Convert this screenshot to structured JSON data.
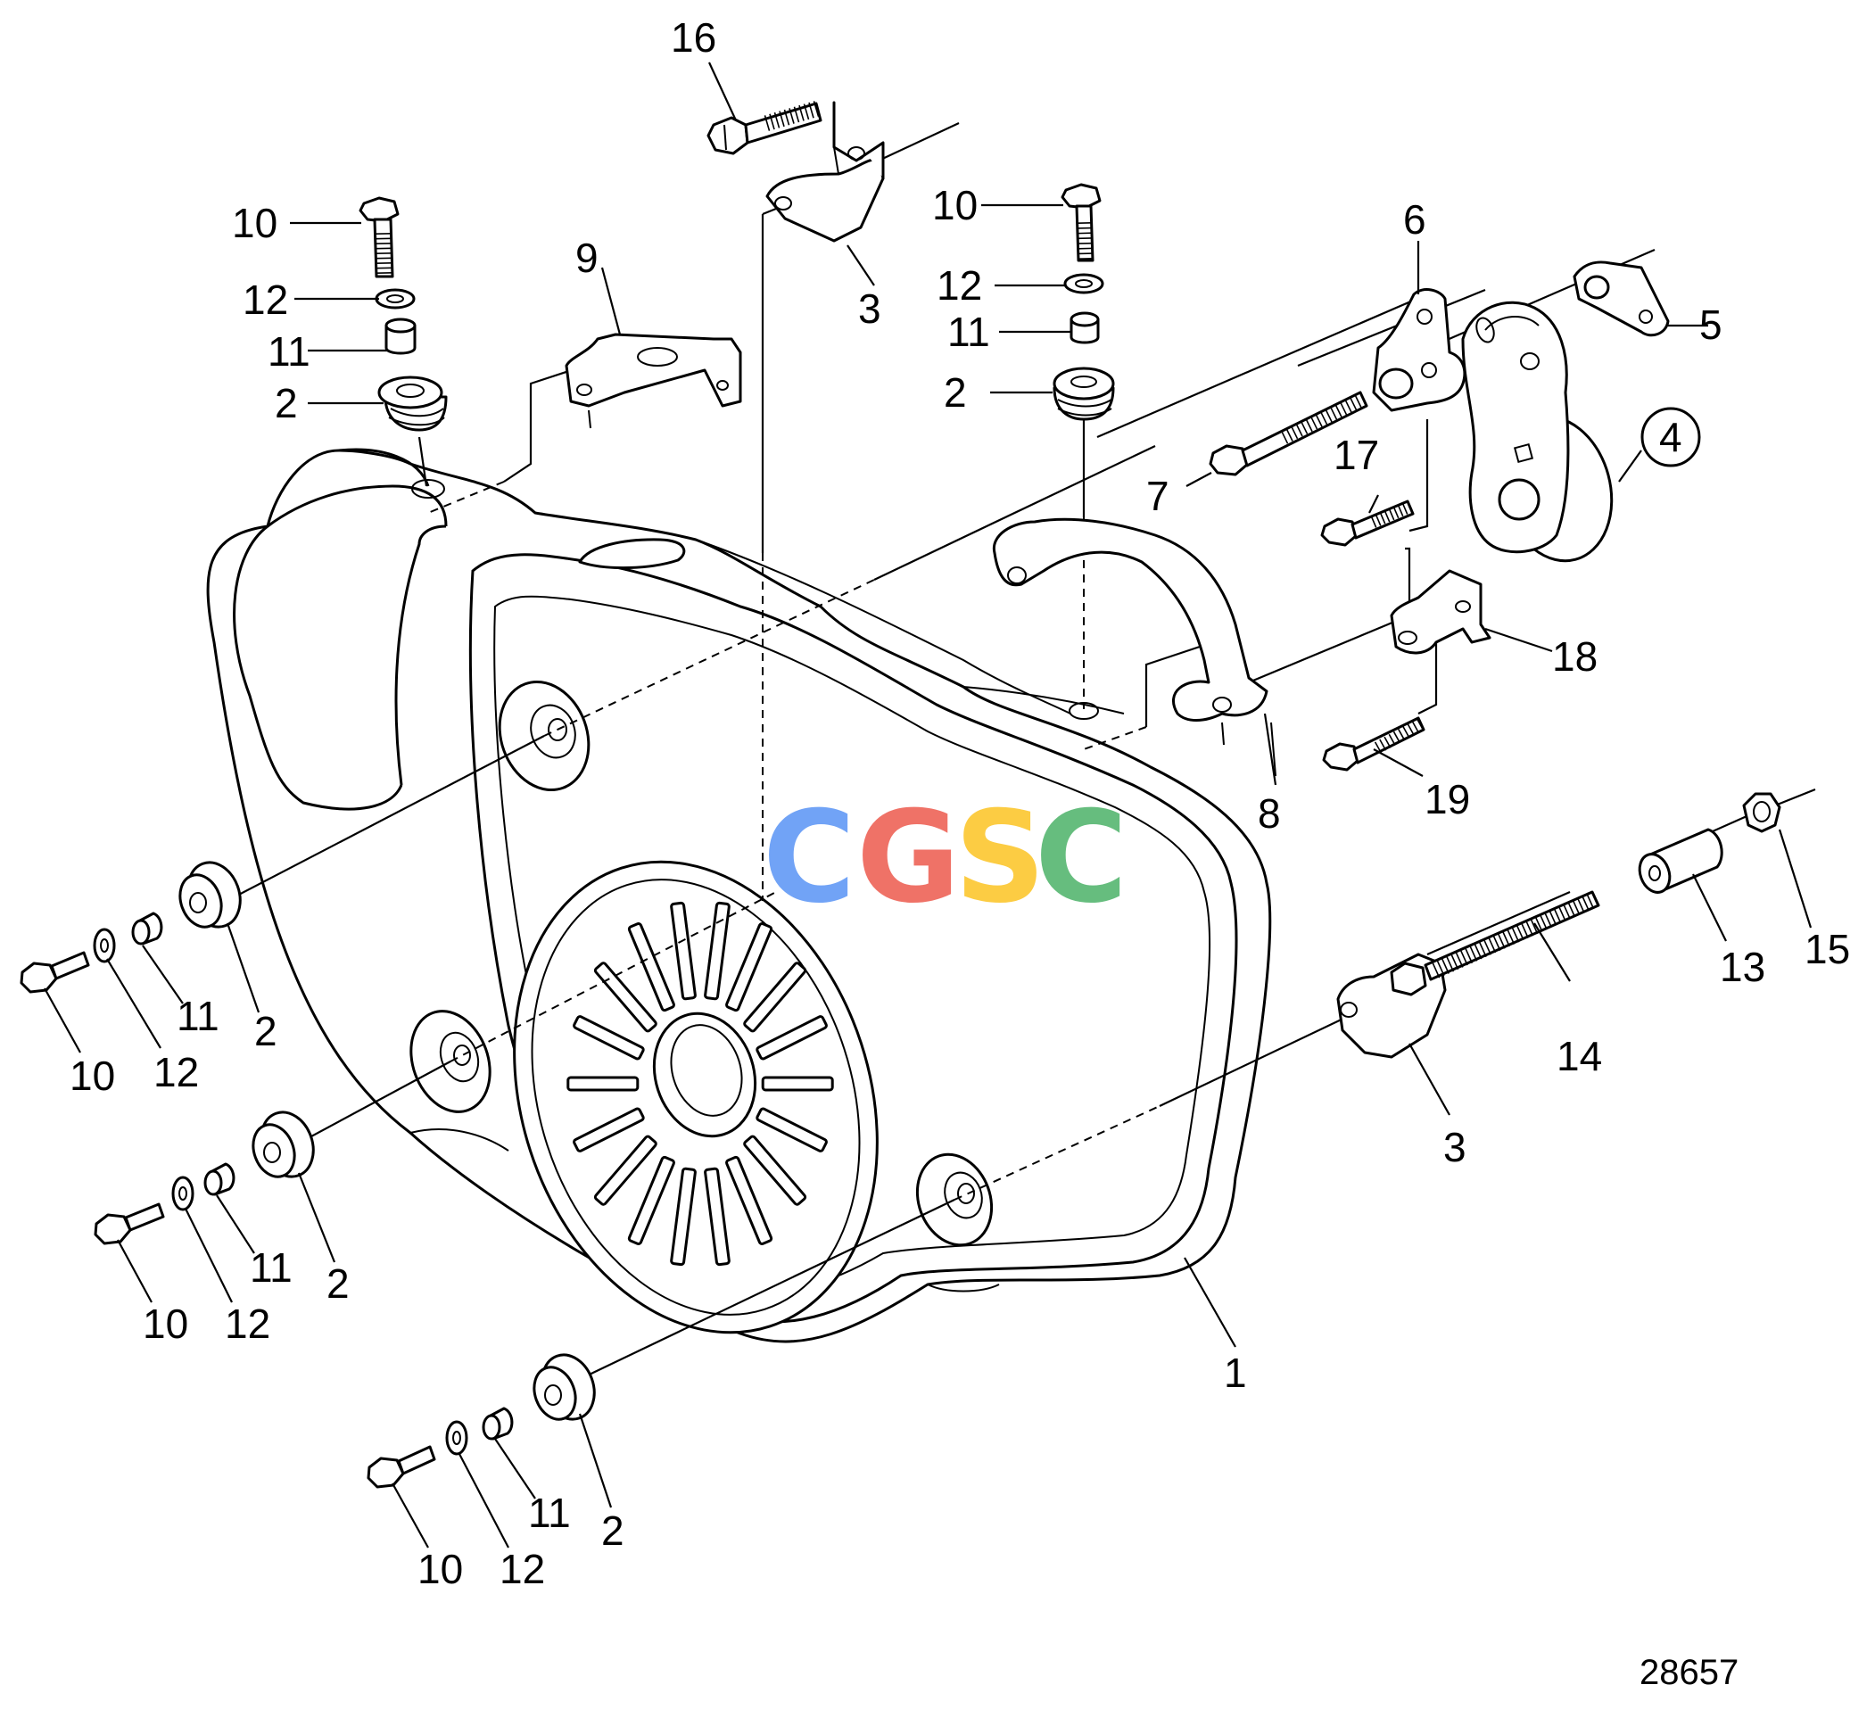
{
  "figure": {
    "reference_number": "28657",
    "watermark": {
      "letters": [
        "C",
        "G",
        "S",
        "C"
      ],
      "colors": [
        "#4285F4",
        "#EA4335",
        "#FBBC05",
        "#34A853"
      ]
    }
  },
  "callouts": {
    "c1": "1",
    "c2a": "2",
    "c2b": "2",
    "c2c": "2",
    "c2d": "2",
    "c2e": "2",
    "c3a": "3",
    "c3b": "3",
    "c4": "4",
    "c5": "5",
    "c6": "6",
    "c7": "7",
    "c8": "8",
    "c9": "9",
    "c10a": "10",
    "c10b": "10",
    "c10c": "10",
    "c10d": "10",
    "c10e": "10",
    "c11a": "11",
    "c11b": "11",
    "c11c": "11",
    "c11d": "11",
    "c11e": "11",
    "c12a": "12",
    "c12b": "12",
    "c12c": "12",
    "c12d": "12",
    "c12e": "12",
    "c13": "13",
    "c14": "14",
    "c15": "15",
    "c16": "16",
    "c17": "17",
    "c18": "18",
    "c19": "19"
  }
}
